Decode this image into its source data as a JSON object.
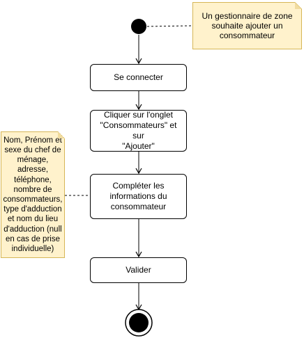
{
  "diagram": {
    "type": "activity",
    "steps": [
      {
        "id": "se-connecter",
        "label": "Se connecter"
      },
      {
        "id": "cliquer-onglet",
        "label": "Cliquer sur l'onglet\n\"Consommateurs\" et sur\n\"Ajouter\""
      },
      {
        "id": "completer-infos",
        "label": "Compléter les\ninformations du\nconsommateur"
      },
      {
        "id": "valider",
        "label": "Valider"
      }
    ],
    "notes": {
      "top": "Un gestionnaire de zone\nsouhaite ajouter un\nconsommateur",
      "left": "Nom, Prénom et\nsexe du chef de\nménage,\nadresse,\ntéléphone,\nnombre de\nconsommateurs,\ntype d'adduction\net nom du lieu\nd'adduction (null\nen cas de prise\nindividuelle)"
    },
    "colors": {
      "note_fill": "#fff2cc",
      "note_border": "#d6b656",
      "stroke": "#000000"
    }
  }
}
